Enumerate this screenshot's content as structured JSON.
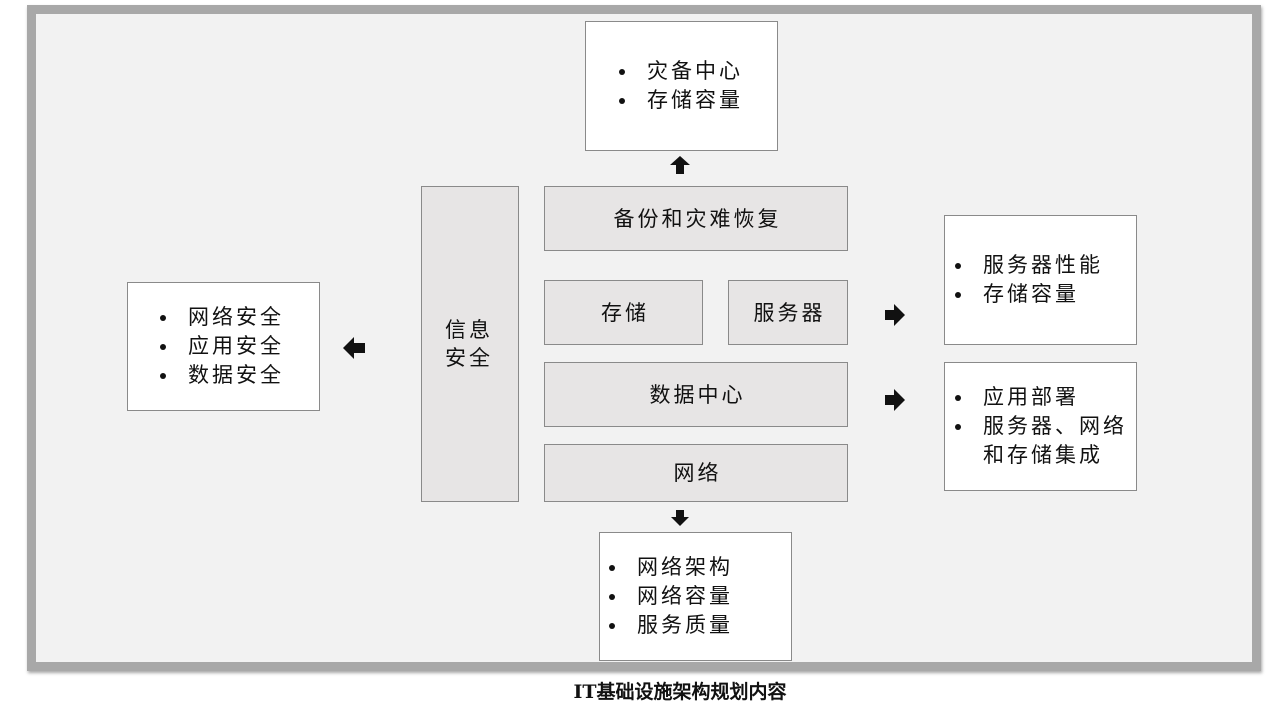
{
  "caption": "IT基础设施架构规划内容",
  "colors": {
    "frame_border": "#a8a8a8",
    "frame_background": "#f2f2f2",
    "block_fill": "#e7e5e5",
    "box_fill": "#ffffff",
    "border": "#8a8a8a",
    "text": "#111111",
    "arrow": "#111111"
  },
  "icons": {
    "to_top": "arrow-up",
    "to_bottom": "arrow-down",
    "to_left": "arrow-left",
    "to_right": "arrow-right"
  },
  "core": {
    "security": "信息安全",
    "backup_recovery": "备份和灾难恢复",
    "storage": "存储",
    "server": "服务器",
    "data_center": "数据中心",
    "network": "网络"
  },
  "outputs": {
    "top": {
      "items": [
        "灾备中心",
        "存储容量"
      ]
    },
    "left": {
      "items": [
        "网络安全",
        "应用安全",
        "数据安全"
      ]
    },
    "right_upper": {
      "items": [
        "服务器性能",
        "存储容量"
      ]
    },
    "right_lower": {
      "items": [
        "应用部署",
        "服务器、网络和存储集成"
      ]
    },
    "bottom": {
      "items": [
        "网络架构",
        "网络容量",
        "服务质量"
      ]
    }
  }
}
